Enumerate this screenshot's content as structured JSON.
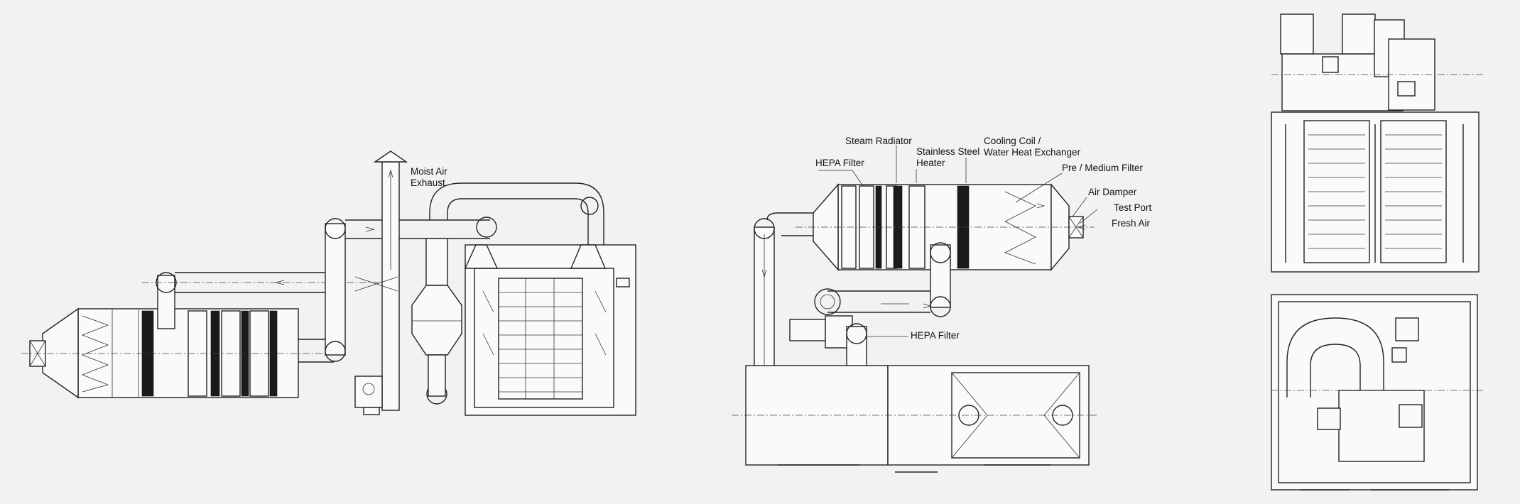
{
  "labels": {
    "moist_air_exhaust_1": "Moist Air",
    "moist_air_exhaust_2": "Exhaust",
    "steam_radiator": "Steam Radiator",
    "hepa_filter_top": "HEPA Filter",
    "stainless_steel_heater_1": "Stainless Steel",
    "stainless_steel_heater_2": "Heater",
    "cooling_coil_1": "Cooling Coil /",
    "cooling_coil_2": "Water Heat Exchanger",
    "pre_medium_filter": "Pre / Medium Filter",
    "air_damper": "Air Damper",
    "test_port": "Test Port",
    "fresh_air": "Fresh Air",
    "hepa_filter_bottom": "HEPA Filter"
  },
  "colors": {
    "background": "#f2f2f2",
    "line": "#222222"
  }
}
